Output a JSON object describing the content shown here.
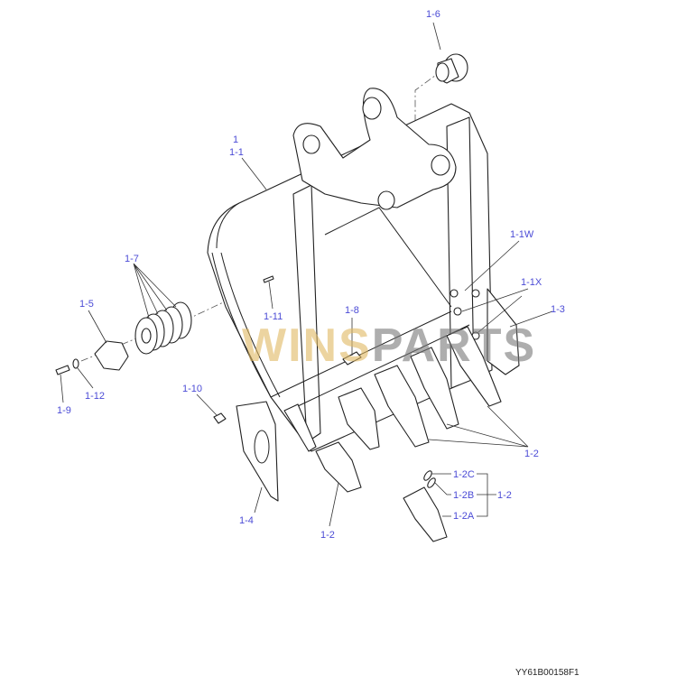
{
  "diagram": {
    "labels": {
      "p1_6": "1-6",
      "p1": "1",
      "p1_1": "1-1",
      "p1_1w": "1-1W",
      "p1_1x": "1-1X",
      "p1_3": "1-3",
      "p1_7": "1-7",
      "p1_5": "1-5",
      "p1_11": "1-11",
      "p1_8": "1-8",
      "p1_12": "1-12",
      "p1_9": "1-9",
      "p1_10": "1-10",
      "p1_2_right": "1-2",
      "p1_2_left": "1-2",
      "p1_4": "1-4",
      "p1_2c": "1-2C",
      "p1_2b": "1-2B",
      "p1_2a": "1-2A",
      "p1_2_group": "1-2"
    },
    "drawing_code": "YY61B00158F1",
    "watermark": "WINSPARTS",
    "label_color": "#4b4bd6"
  }
}
